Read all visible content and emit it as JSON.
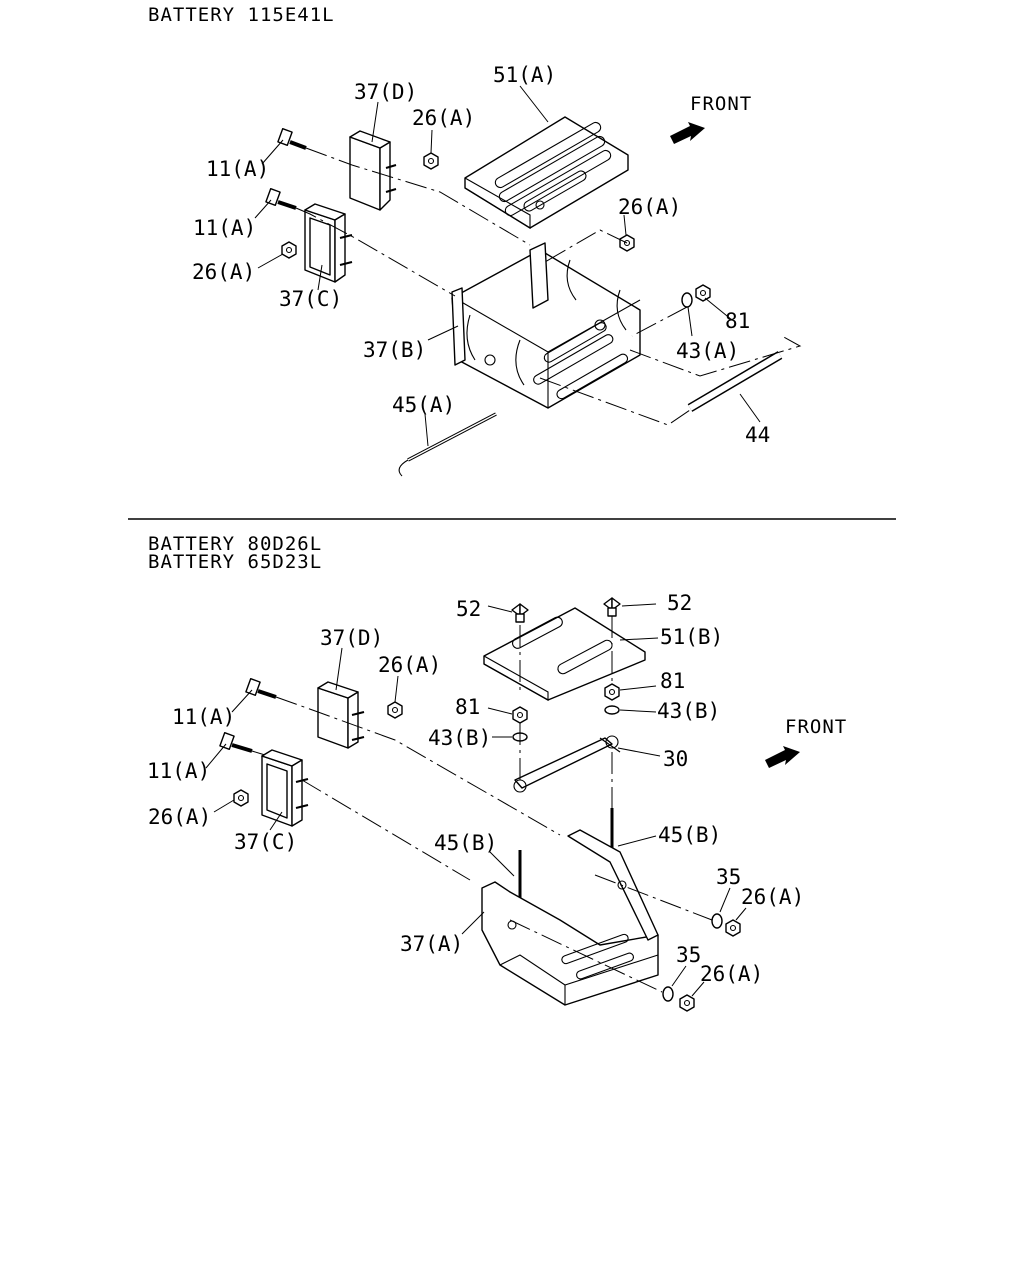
{
  "sections": [
    {
      "headers": [
        "BATTERY 115E41L"
      ],
      "front_label": "FRONT",
      "callouts": {
        "p37d": "37(D)",
        "p51a": "51(A)",
        "p26a_top": "26(A)",
        "p11a_1": "11(A)",
        "p11a_2": "11(A)",
        "p26a_right": "26(A)",
        "p26a_left": "26(A)",
        "p37c": "37(C)",
        "p81": "81",
        "p43a": "43(A)",
        "p37b": "37(B)",
        "p45a": "45(A)",
        "p44": "44"
      }
    },
    {
      "headers": [
        "BATTERY 80D26L",
        "BATTERY 65D23L"
      ],
      "front_label": "FRONT",
      "callouts": {
        "p52_left": "52",
        "p52_right": "52",
        "p51b": "51(B)",
        "p37d": "37(D)",
        "p26a_top": "26(A)",
        "p81_left": "81",
        "p81_right": "81",
        "p43b_left": "43(B)",
        "p43b_right": "43(B)",
        "p11a_1": "11(A)",
        "p11a_2": "11(A)",
        "p30": "30",
        "p26a_left": "26(A)",
        "p37c": "37(C)",
        "p45b_left": "45(B)",
        "p45b_right": "45(B)",
        "p35_upper": "35",
        "p26a_upper": "26(A)",
        "p37a": "37(A)",
        "p35_lower": "35",
        "p26a_lower": "26(A)"
      }
    }
  ]
}
